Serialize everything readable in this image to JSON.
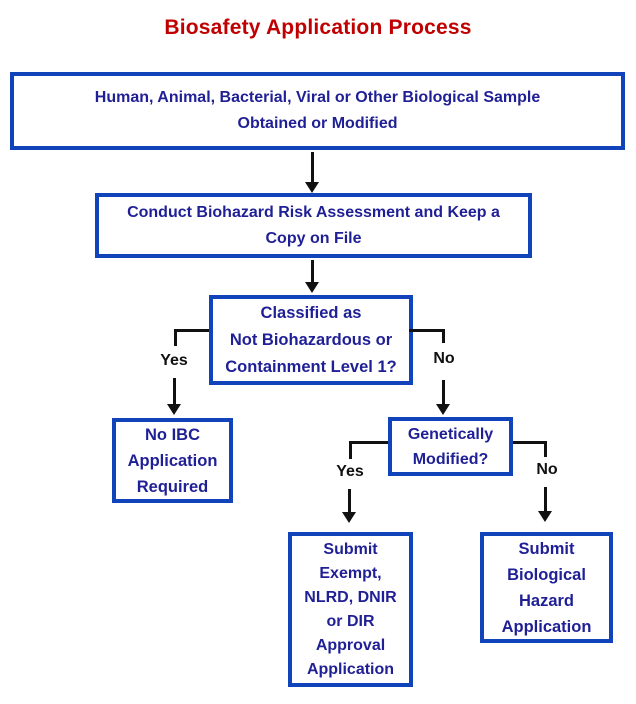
{
  "title": "Biosafety Application Process",
  "colors": {
    "title_red": "#C00000",
    "box_border_blue": "#1144BB",
    "box_text_navy": "#1F1F96",
    "connector_black": "#111111",
    "background": "#FFFFFF"
  },
  "flowchart": {
    "nodes": {
      "sample": {
        "lines": [
          "Human, Animal, Bacterial, Viral or Other Biological Sample",
          "Obtained or Modified"
        ]
      },
      "risk_assessment": {
        "lines": [
          "Conduct Biohazard Risk Assessment and Keep a",
          "Copy on File"
        ]
      },
      "classified": {
        "lines": [
          "Classified as",
          "Not Biohazardous or",
          "Containment Level 1?"
        ]
      },
      "no_ibc": {
        "lines": [
          "No IBC",
          "Application",
          "Required"
        ]
      },
      "genetically_modified": {
        "lines": [
          "Genetically",
          "Modified?"
        ]
      },
      "submit_exempt": {
        "lines": [
          "Submit",
          "Exempt,",
          "NLRD, DNIR",
          "or DIR",
          "Approval",
          "Application"
        ]
      },
      "submit_biohazard": {
        "lines": [
          "Submit",
          "Biological",
          "Hazard",
          "Application"
        ]
      }
    },
    "branch_labels": {
      "classified_yes": "Yes",
      "classified_no": "No",
      "gm_yes": "Yes",
      "gm_no": "No"
    }
  }
}
